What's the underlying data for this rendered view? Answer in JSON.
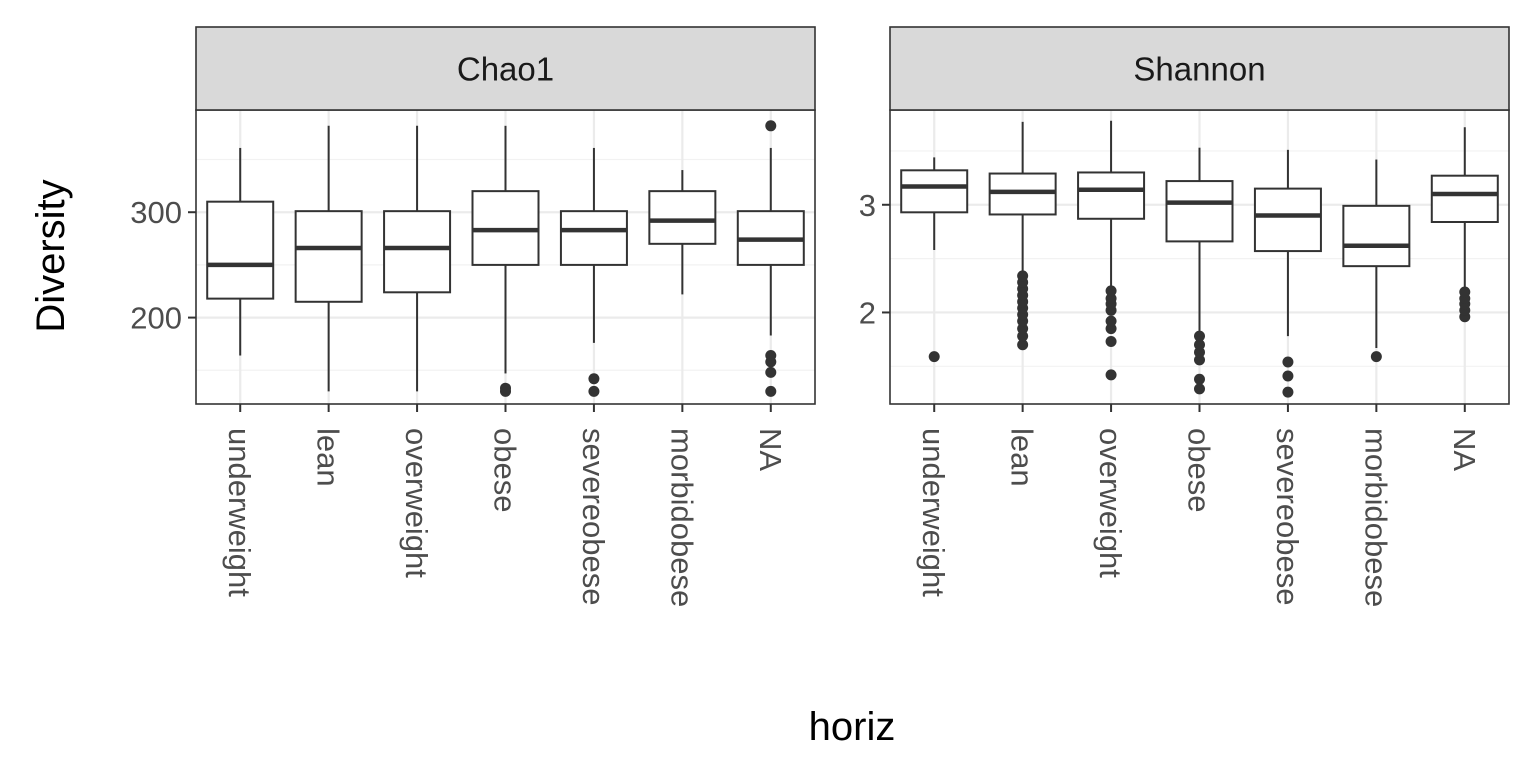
{
  "chart_data": {
    "type": "box",
    "x_title": "horiz",
    "y_title": "Diversity",
    "categories": [
      "underweight",
      "lean",
      "overweight",
      "obese",
      "severeobese",
      "morbidobese",
      "NA"
    ],
    "colors": {
      "panel_border": "#333333",
      "strip_fill": "#d9d9d9",
      "grid_major": "#ebebeb",
      "grid_minor": "#f2f2f2",
      "box_line": "#333333",
      "median_line": "#333333",
      "outlier": "#333333"
    },
    "panels": [
      {
        "strip": "Chao1",
        "ylim": [
          118,
          397
        ],
        "major_ticks": [
          200,
          300
        ],
        "minor_ticks": [
          150,
          250,
          350
        ],
        "boxes": [
          {
            "category": "underweight",
            "lower_whisker": 164,
            "q1": 218,
            "median": 250,
            "q3": 310,
            "upper_whisker": 361,
            "outliers": []
          },
          {
            "category": "lean",
            "lower_whisker": 130,
            "q1": 215,
            "median": 266,
            "q3": 301,
            "upper_whisker": 382,
            "outliers": []
          },
          {
            "category": "overweight",
            "lower_whisker": 130,
            "q1": 224,
            "median": 266,
            "q3": 301,
            "upper_whisker": 382,
            "outliers": []
          },
          {
            "category": "obese",
            "lower_whisker": 147,
            "q1": 250,
            "median": 283,
            "q3": 320,
            "upper_whisker": 382,
            "outliers": [
              130,
              133
            ]
          },
          {
            "category": "severeobese",
            "lower_whisker": 176,
            "q1": 250,
            "median": 283,
            "q3": 301,
            "upper_whisker": 361,
            "outliers": [
              130,
              142
            ]
          },
          {
            "category": "morbidobese",
            "lower_whisker": 222,
            "q1": 270,
            "median": 292,
            "q3": 320,
            "upper_whisker": 340,
            "outliers": []
          },
          {
            "category": "NA",
            "lower_whisker": 183,
            "q1": 250,
            "median": 274,
            "q3": 301,
            "upper_whisker": 361,
            "outliers": [
              130,
              148,
              158,
              164,
              382
            ]
          }
        ]
      },
      {
        "strip": "Shannon",
        "ylim": [
          1.15,
          3.88
        ],
        "major_ticks": [
          2,
          3
        ],
        "minor_ticks": [
          1.5,
          2.5,
          3.5
        ],
        "boxes": [
          {
            "category": "underweight",
            "lower_whisker": 2.58,
            "q1": 2.93,
            "median": 3.17,
            "q3": 3.32,
            "upper_whisker": 3.44,
            "outliers": [
              1.59
            ]
          },
          {
            "category": "lean",
            "lower_whisker": 2.38,
            "q1": 2.91,
            "median": 3.12,
            "q3": 3.29,
            "upper_whisker": 3.77,
            "outliers": [
              1.7,
              1.78,
              1.85,
              1.92,
              1.98,
              2.04,
              2.1,
              2.16,
              2.22,
              2.28,
              2.34
            ]
          },
          {
            "category": "overweight",
            "lower_whisker": 2.25,
            "q1": 2.87,
            "median": 3.14,
            "q3": 3.3,
            "upper_whisker": 3.78,
            "outliers": [
              1.42,
              1.73,
              1.85,
              1.92,
              2.02,
              2.08,
              2.13,
              2.2
            ]
          },
          {
            "category": "obese",
            "lower_whisker": 1.82,
            "q1": 2.66,
            "median": 3.02,
            "q3": 3.22,
            "upper_whisker": 3.53,
            "outliers": [
              1.29,
              1.38,
              1.56,
              1.63,
              1.7,
              1.78
            ]
          },
          {
            "category": "severeobese",
            "lower_whisker": 1.78,
            "q1": 2.57,
            "median": 2.9,
            "q3": 3.15,
            "upper_whisker": 3.51,
            "outliers": [
              1.26,
              1.41,
              1.54
            ]
          },
          {
            "category": "morbidobese",
            "lower_whisker": 1.67,
            "q1": 2.43,
            "median": 2.62,
            "q3": 2.99,
            "upper_whisker": 3.42,
            "outliers": [
              1.59
            ]
          },
          {
            "category": "NA",
            "lower_whisker": 2.23,
            "q1": 2.84,
            "median": 3.1,
            "q3": 3.27,
            "upper_whisker": 3.72,
            "outliers": [
              1.96,
              2.02,
              2.08,
              2.13,
              2.19
            ]
          }
        ]
      }
    ]
  }
}
